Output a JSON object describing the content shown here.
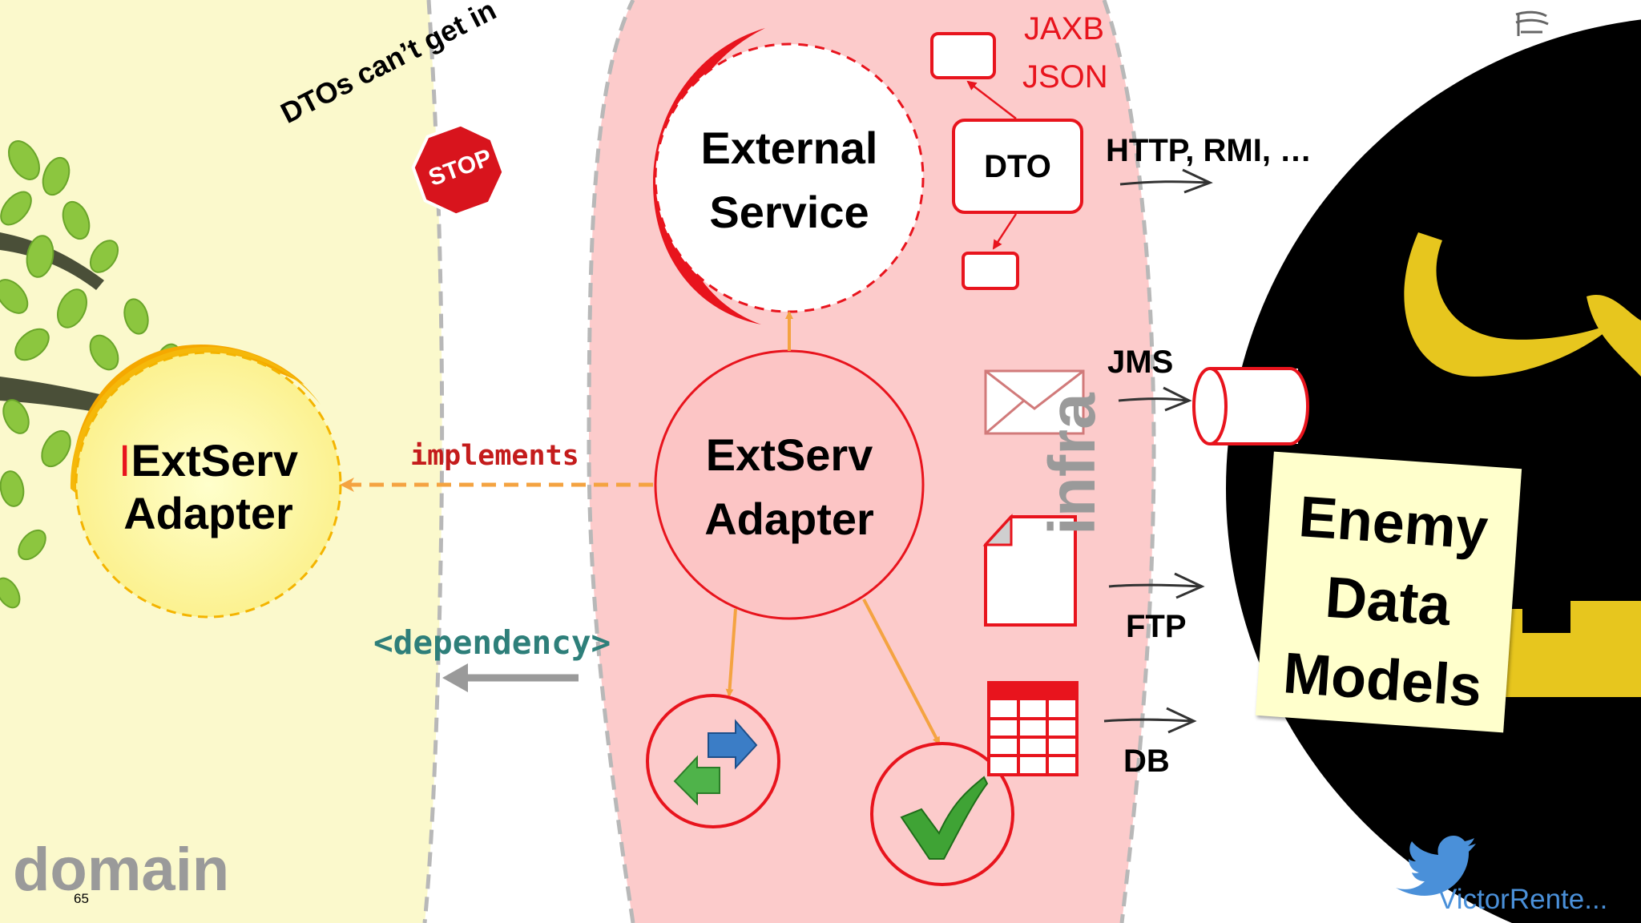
{
  "colors": {
    "domain_bg": "#fbf9cc",
    "infra_bg": "#fccbcb",
    "accent_red": "#e8141d",
    "orange_arrow": "#f4a341",
    "gray_arrow": "#9a9a9a",
    "dependency_teal": "#2e7f7a",
    "domain_label": "#9a9a9a",
    "enemy_bg": "#000000",
    "enemy_yellow": "#e7c61e",
    "twitter_blue": "#4a90d9"
  },
  "labels": {
    "dtos_cant_get_in": "DTOs can’t get in",
    "stop_sign": "STOP",
    "iextserv_prefix": "I",
    "iextserv_line1": "ExtServ",
    "iextserv_line2": "Adapter",
    "implements": "implements",
    "dependency": "<dependency>",
    "external_line1": "External",
    "external_line2": "Service",
    "extserv_line1": "ExtServ",
    "extserv_line2": "Adapter",
    "jaxb": "JAXB",
    "json": "JSON",
    "dto": "DTO",
    "http_rmi": "HTTP, RMI, …",
    "jms": "JMS",
    "ftp": "FTP",
    "db": "DB",
    "infra": "infra",
    "enemy_line1": "Enemy",
    "enemy_line2": "Data",
    "enemy_line3": "Models",
    "domain": "domain",
    "slide_number": "65",
    "twitter_handle": "VictorRente..."
  },
  "icons": {
    "tree": "tree-foliage-icon",
    "stop": "stop-sign-icon",
    "envelope": "envelope-icon",
    "document": "document-icon",
    "table": "table-grid-icon",
    "queue": "queue-cylinder-icon",
    "mapper": "mapper-arrows-icon",
    "check": "checkmark-icon",
    "twitter": "twitter-bird-icon",
    "logo": "corner-logo-icon"
  }
}
